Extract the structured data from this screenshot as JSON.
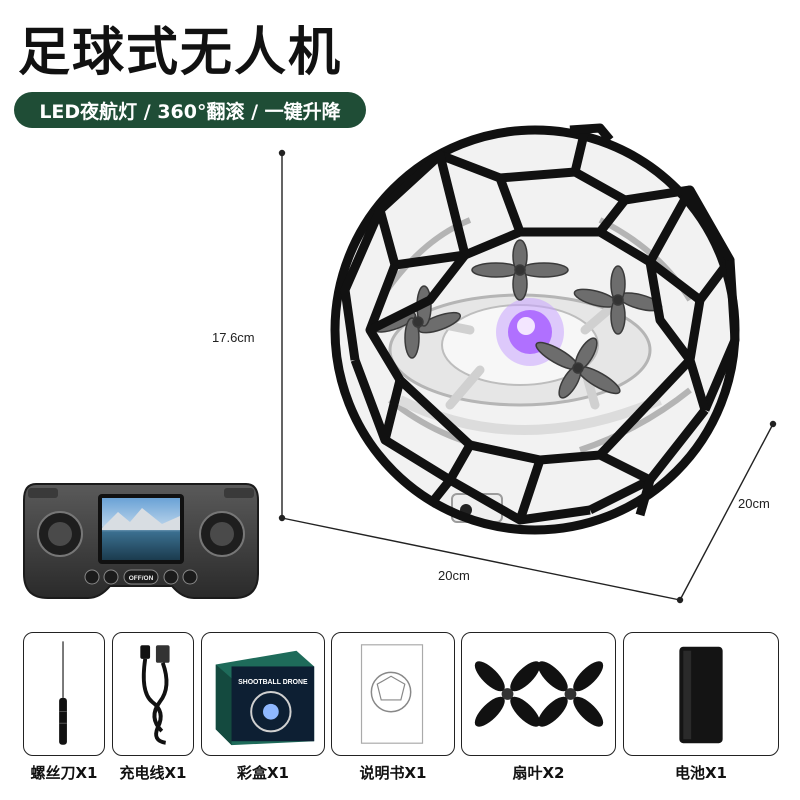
{
  "title": "足球式无人机",
  "tagline": "LED夜航灯 / 360°翻滚 / 一键升降",
  "dimensions": {
    "height": "17.6cm",
    "width": "20cm",
    "depth": "20cm"
  },
  "accessories": [
    {
      "label": "螺丝刀X1",
      "icon": "screwdriver-icon"
    },
    {
      "label": "充电线X1",
      "icon": "usb-cable-icon"
    },
    {
      "label": "彩盒X1",
      "icon": "color-box-icon"
    },
    {
      "label": "说明书X1",
      "icon": "manual-icon"
    },
    {
      "label": "扇叶X2",
      "icon": "propeller-icon"
    },
    {
      "label": "电池X1",
      "icon": "battery-icon"
    }
  ],
  "remote": {
    "center_button": "OFF/ON"
  },
  "box_print": "SHOOTBALL DRONE",
  "colors": {
    "pill_background": "#1f4d36",
    "frame_black": "#111111",
    "led_purple": "#b070ff"
  }
}
